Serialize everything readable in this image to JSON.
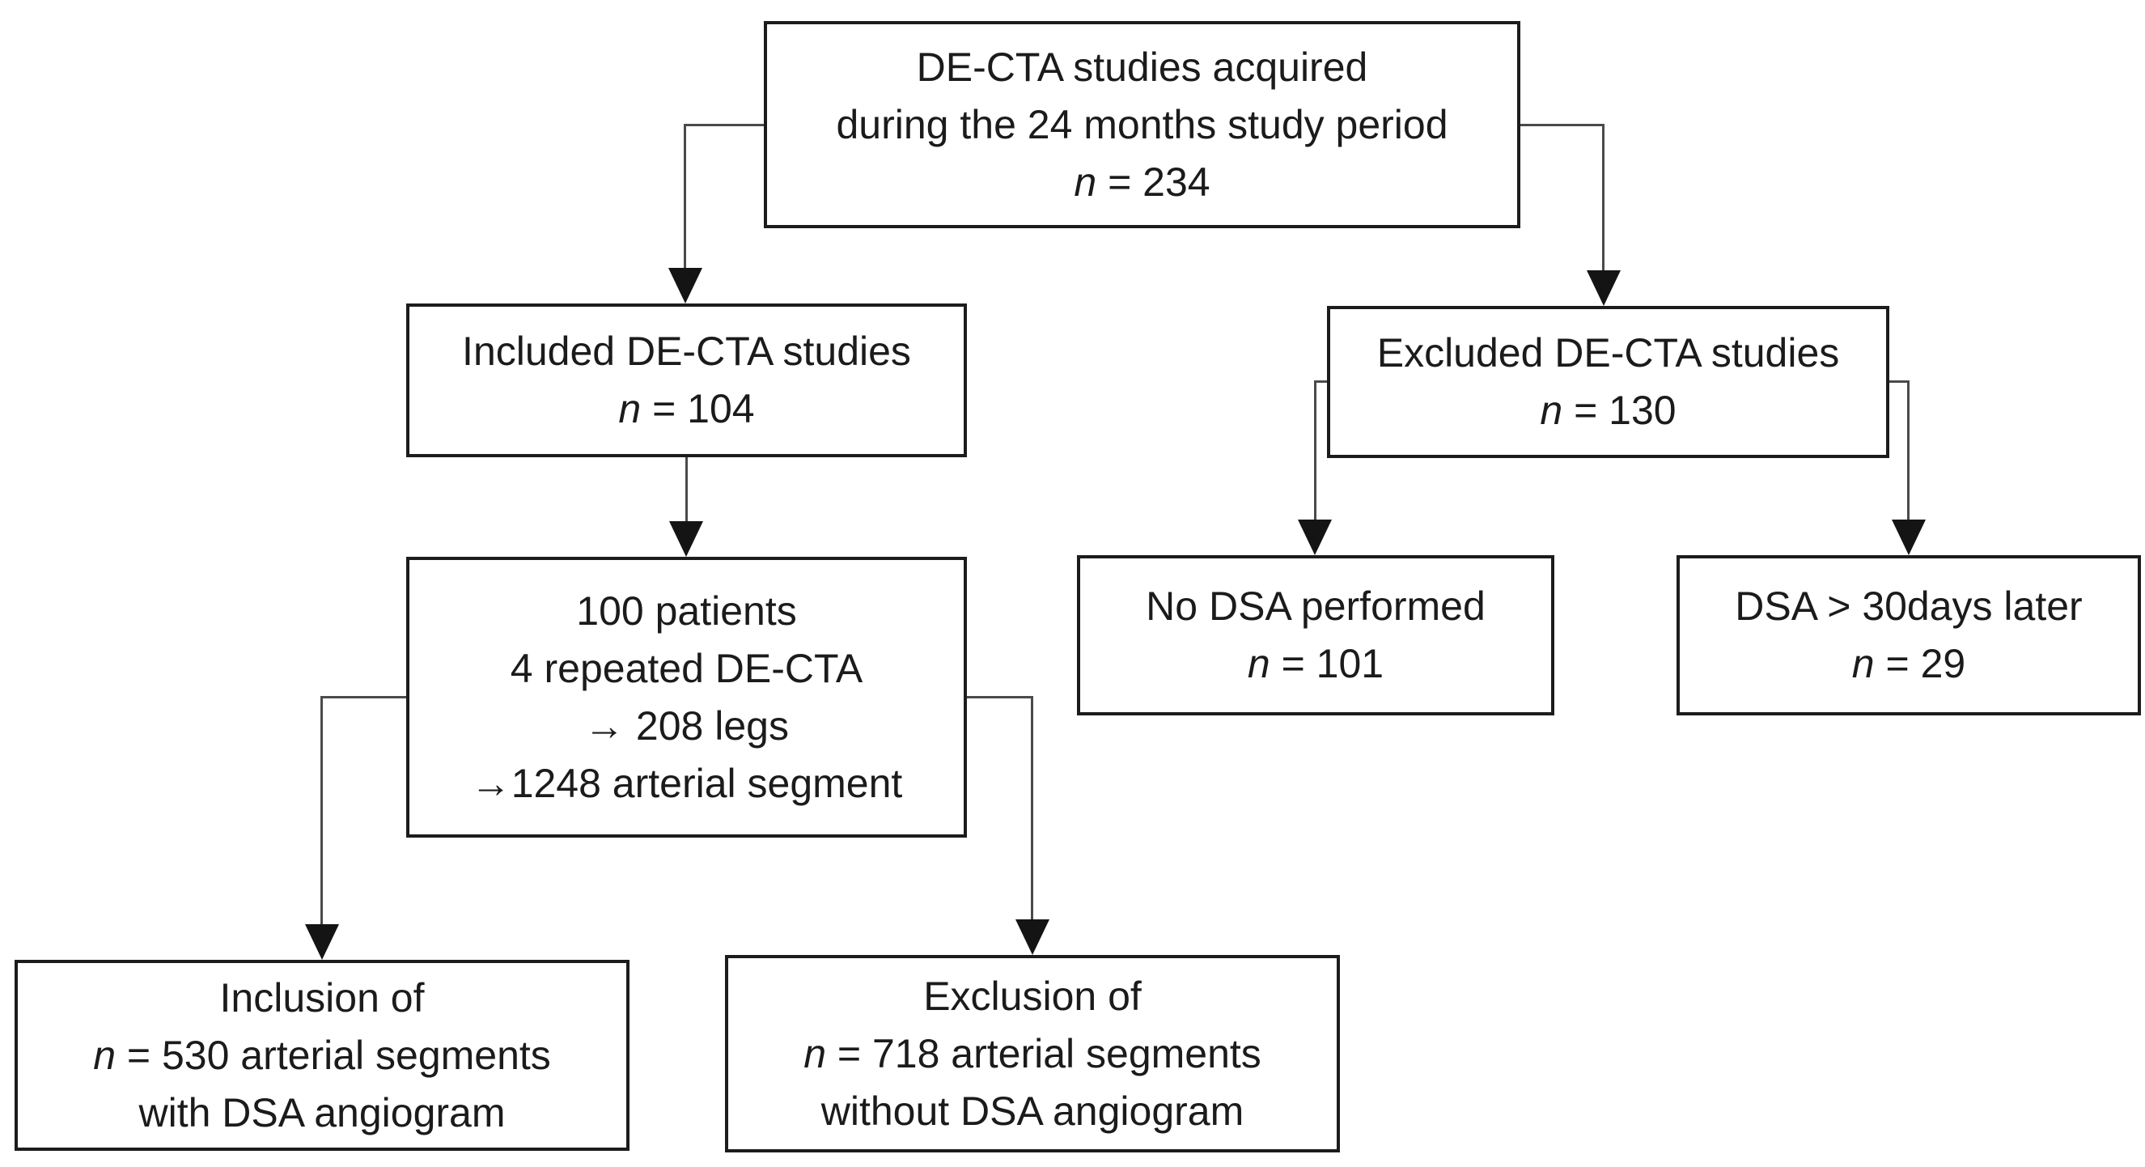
{
  "colors": {
    "background": "#ffffff",
    "box_border": "#1c1c1c",
    "connector": "#4a4a4a",
    "arrowhead": "#141414",
    "text": "#1b1b1b"
  },
  "nodes": {
    "acquired": {
      "line1": "DE-CTA studies acquired",
      "line2": "during the 24 months study period",
      "n_label": "n",
      "n_rest": " = 234"
    },
    "included": {
      "line1": "Included DE-CTA studies",
      "n_label": "n",
      "n_rest": " = 104"
    },
    "excluded": {
      "line1": "Excluded DE-CTA studies",
      "n_label": "n",
      "n_rest": " = 130"
    },
    "patients": {
      "line1": "100 patients",
      "line2": "4 repeated DE-CTA",
      "line3": "→ 208 legs",
      "line4": "→1248 arterial segment"
    },
    "no_dsa": {
      "line1": "No DSA performed",
      "n_label": "n",
      "n_rest": " = 101"
    },
    "dsa_later": {
      "line1": "DSA > 30days later",
      "n_label": "n",
      "n_rest": " = 29"
    },
    "inclusion": {
      "line1": "Inclusion of",
      "n_label": "n",
      "n_rest": " = 530 arterial segments",
      "line3": "with DSA angiogram"
    },
    "exclusion": {
      "line1": "Exclusion of",
      "n_label": "n",
      "n_rest": " = 718 arterial segments",
      "line3": "without DSA angiogram"
    }
  }
}
